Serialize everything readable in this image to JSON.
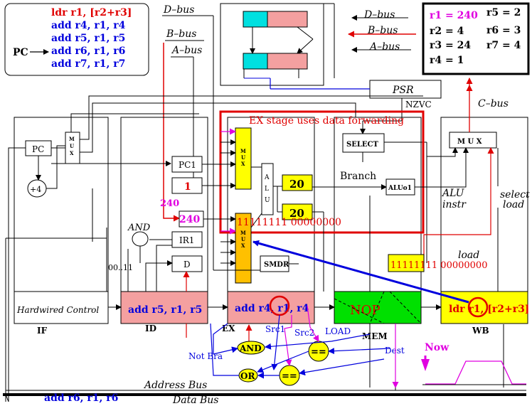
{
  "program": {
    "lines": [
      {
        "text": "ldr r1, [r2+r3]",
        "color": "#e00000"
      },
      {
        "text": "add r4, r1, r4",
        "color": "#0000dd"
      },
      {
        "text": "add r5, r1, r5",
        "color": "#0000dd"
      },
      {
        "text": "add r6, r1, r6",
        "color": "#0000dd"
      },
      {
        "text": "add r7, r1, r7",
        "color": "#0000dd"
      }
    ],
    "pc_label": "PC"
  },
  "registers": {
    "col1": [
      "r1 = 240",
      "r2 = 4",
      "r3 = 24",
      "r4 = 1"
    ],
    "col2": [
      "r5 = 2",
      "r6 = 3",
      "r7 = 4"
    ],
    "highlight_color": "#e000e0"
  },
  "buses": {
    "d_bus": "D–bus",
    "b_bus": "B–bus",
    "a_bus": "A–bus",
    "c_bus": "C–bus",
    "address_bus": "Address Bus",
    "data_bus": "Data Bus"
  },
  "blocks": {
    "psr": "PSR",
    "nzvc": "NZVC",
    "select": "SELECT",
    "mux": "M U X",
    "pc": "PC",
    "plus4": "+4",
    "pc1": "PC1",
    "reg_a_value": "1",
    "reg_b_value": "240",
    "ir1": "IR1",
    "d": "D",
    "alu": "A L U",
    "smdr": "SMDR",
    "aluo1": "ALUo1",
    "alu_out": "20",
    "alu_out2": "20",
    "and_label": "AND",
    "dots": "00..11",
    "wire_240": "240",
    "forward_value": "11111111 00000000",
    "mem_value": "11111111 00000000",
    "branch": "Branch",
    "alu_instr_1": "ALU",
    "alu_instr_2": "instr",
    "select_1": "select",
    "select_2": "load",
    "load_small": "load",
    "ex_note": "EX stage uses data forwarding"
  },
  "pipeline": {
    "if_content": "Hardwired Control",
    "id_content": "add r5, r1, r5",
    "ex_content": "add r4, r1, r4",
    "mem_content": "NOP",
    "wb_content": "ldr r1, [r2+r3]",
    "stage_if": "IF",
    "stage_id": "ID",
    "stage_ex": "EX",
    "stage_mem": "MEM",
    "stage_wb": "WB",
    "fetching": "add r6, r1, r6"
  },
  "logic": {
    "src1": "Src1",
    "src2": "Src2",
    "load": "LOAD",
    "dest": "Dest",
    "not_bra": "Not Bra",
    "and_gate": "AND",
    "or_gate": "OR",
    "eq1": "==",
    "eq2": "=="
  },
  "clock": {
    "now": "Now"
  },
  "colors": {
    "red": "#e00000",
    "blue": "#0000dd",
    "magenta": "#e000e0",
    "yellow": "#ffff00",
    "orange": "#ffc000",
    "pink": "#f4a0a0",
    "cyan": "#00e0e0",
    "green": "#00e000"
  }
}
